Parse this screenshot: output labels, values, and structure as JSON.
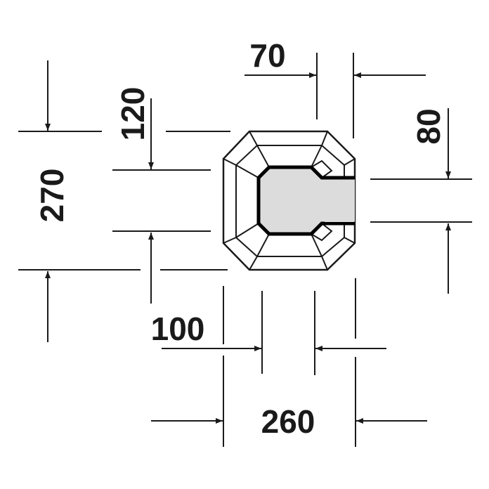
{
  "dimensions": {
    "overall_width": "260",
    "overall_depth": "270",
    "offset_top": "120",
    "cutout_width": "100",
    "lip_offset": "70",
    "side_offset": "80"
  },
  "colors": {
    "line": "#1a1a1a",
    "basin_fill": "#dcdcdc",
    "background": "#ffffff"
  }
}
